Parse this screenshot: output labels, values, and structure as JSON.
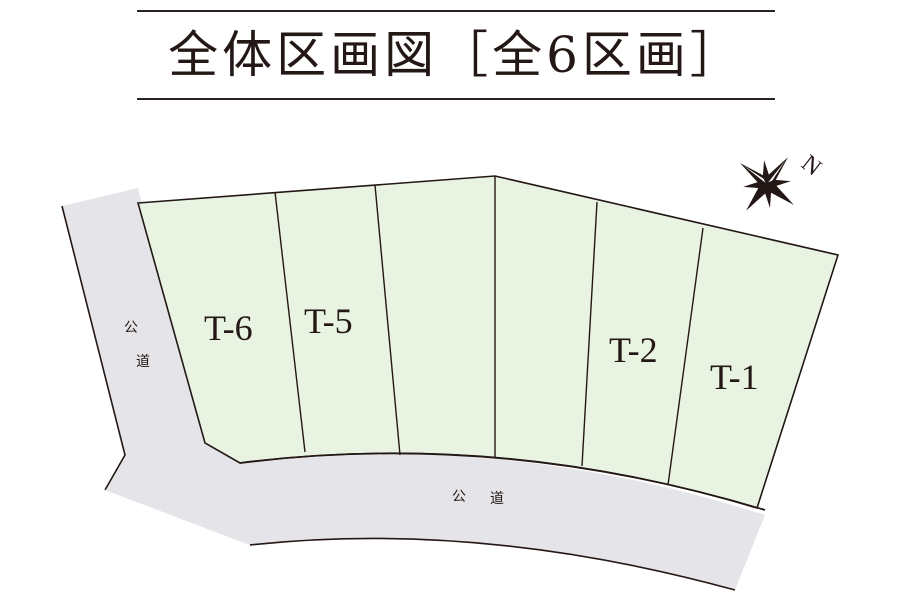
{
  "header": {
    "title": "全体区画図［全6区画］"
  },
  "colors": {
    "lot_fill": "#e9f3e2",
    "road_fill": "#e5e4e8",
    "line": "#231815",
    "background": "#ffffff"
  },
  "compass": {
    "icon": "compass-rose-icon",
    "north_label": "N"
  },
  "roads": [
    {
      "id": "road-west",
      "label_chars": [
        "公",
        "道"
      ]
    },
    {
      "id": "road-south",
      "label_chars": [
        "公",
        "道"
      ]
    }
  ],
  "lots": [
    {
      "id": "T-6",
      "label": "T-6"
    },
    {
      "id": "T-5",
      "label": "T-5"
    },
    {
      "id": "T-4",
      "label": ""
    },
    {
      "id": "T-3",
      "label": ""
    },
    {
      "id": "T-2",
      "label": "T-2"
    },
    {
      "id": "T-1",
      "label": "T-1"
    }
  ]
}
